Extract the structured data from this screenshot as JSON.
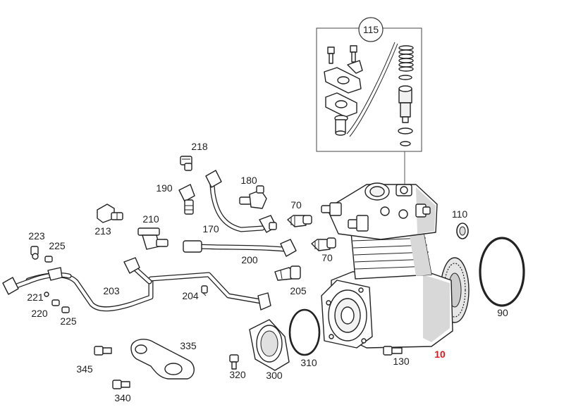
{
  "diagram": {
    "highlight_color": "#e8141b",
    "line_color": "#222222",
    "callouts": {
      "p10": "10",
      "p70a": "70",
      "p70b": "70",
      "p90": "90",
      "p110": "110",
      "p115": "115",
      "p130": "130",
      "p170": "170",
      "p180": "180",
      "p190": "190",
      "p200": "200",
      "p203": "203",
      "p204": "204",
      "p205": "205",
      "p210": "210",
      "p213": "213",
      "p218": "218",
      "p220": "220",
      "p221": "221",
      "p223": "223",
      "p225a": "225",
      "p225b": "225",
      "p300": "300",
      "p310": "310",
      "p320": "320",
      "p335": "335",
      "p340": "340",
      "p345": "345"
    }
  }
}
